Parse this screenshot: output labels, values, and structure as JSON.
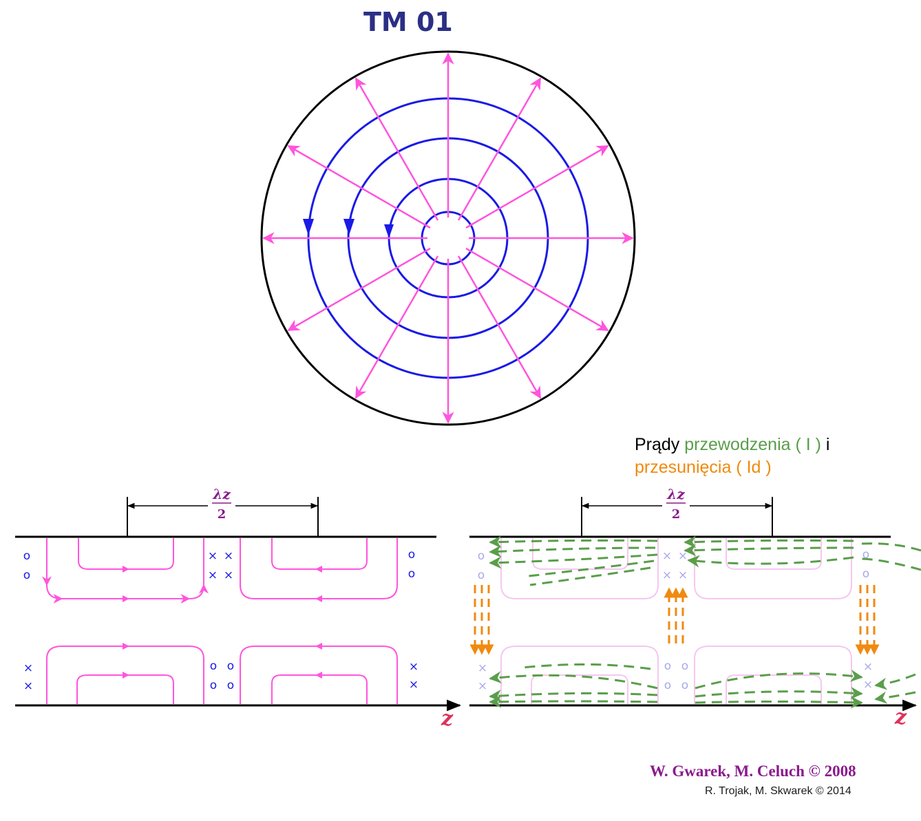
{
  "title": "TM 01",
  "legend": {
    "word1": "Prądy",
    "conduction": "przewodzenia ( I )",
    "conj": "i",
    "displacement": "przesunięcia ( Id )"
  },
  "dimension_label": {
    "num": "λz",
    "den": "2"
  },
  "axis_label": "z",
  "symbols": {
    "dot": "o",
    "cross": "×"
  },
  "credits": {
    "line1": "W. Gwarek, M. Celuch © 2008",
    "line2": "R. Trojak, M. Skwarek  ©  2014"
  },
  "colors": {
    "title": "#2b2f85",
    "electric_field": "#ff55dd",
    "magnetic_field": "#1a1ae6",
    "conduction_current": "#5a9e4a",
    "displacement_current": "#f08a10",
    "axis_label": "#e0305a",
    "credits": "#8a1a8c"
  }
}
